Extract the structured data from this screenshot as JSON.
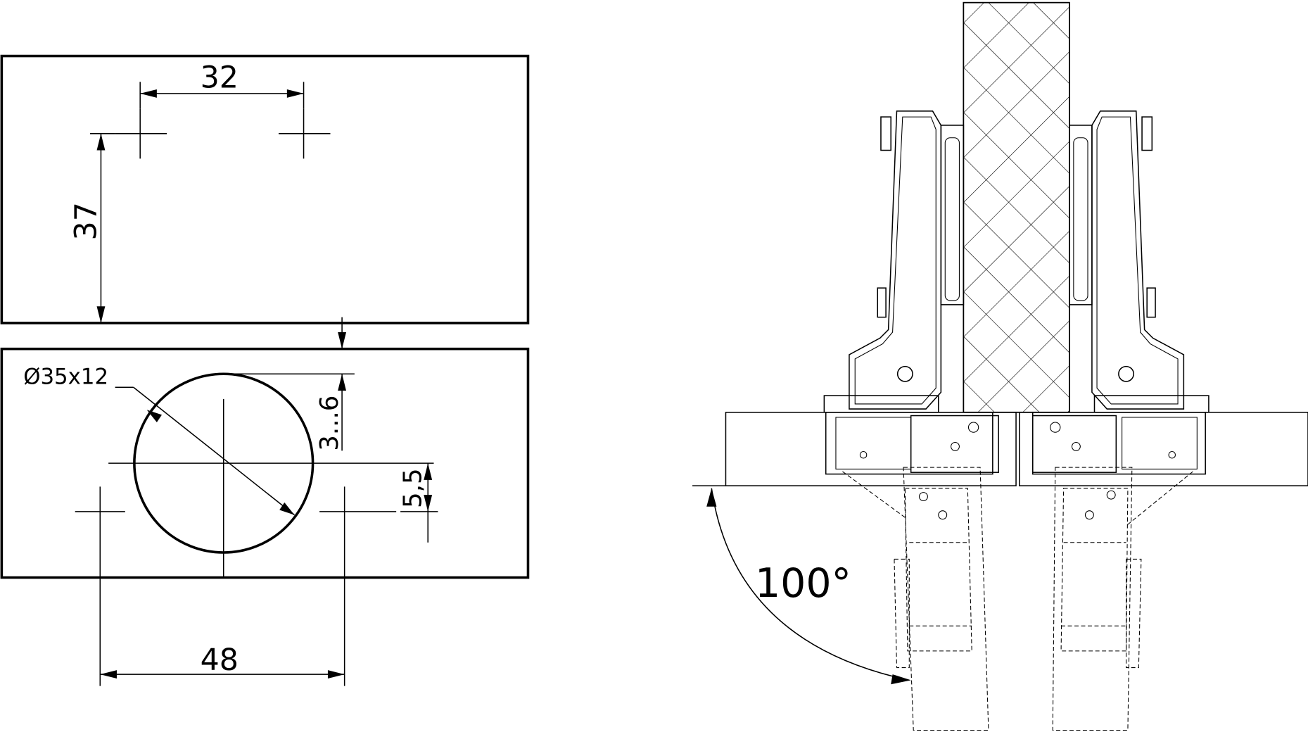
{
  "drawing": {
    "drilling_plan": {
      "dim_hole_spacing_top": "32",
      "dim_vertical_spacing": "37",
      "dim_cup_diameter": "Ø35x12",
      "dim_edge_distance": "3...6",
      "dim_cup_offset": "5,5",
      "dim_hole_spacing_bottom": "48"
    },
    "hinge_view": {
      "opening_angle": "100°"
    }
  }
}
